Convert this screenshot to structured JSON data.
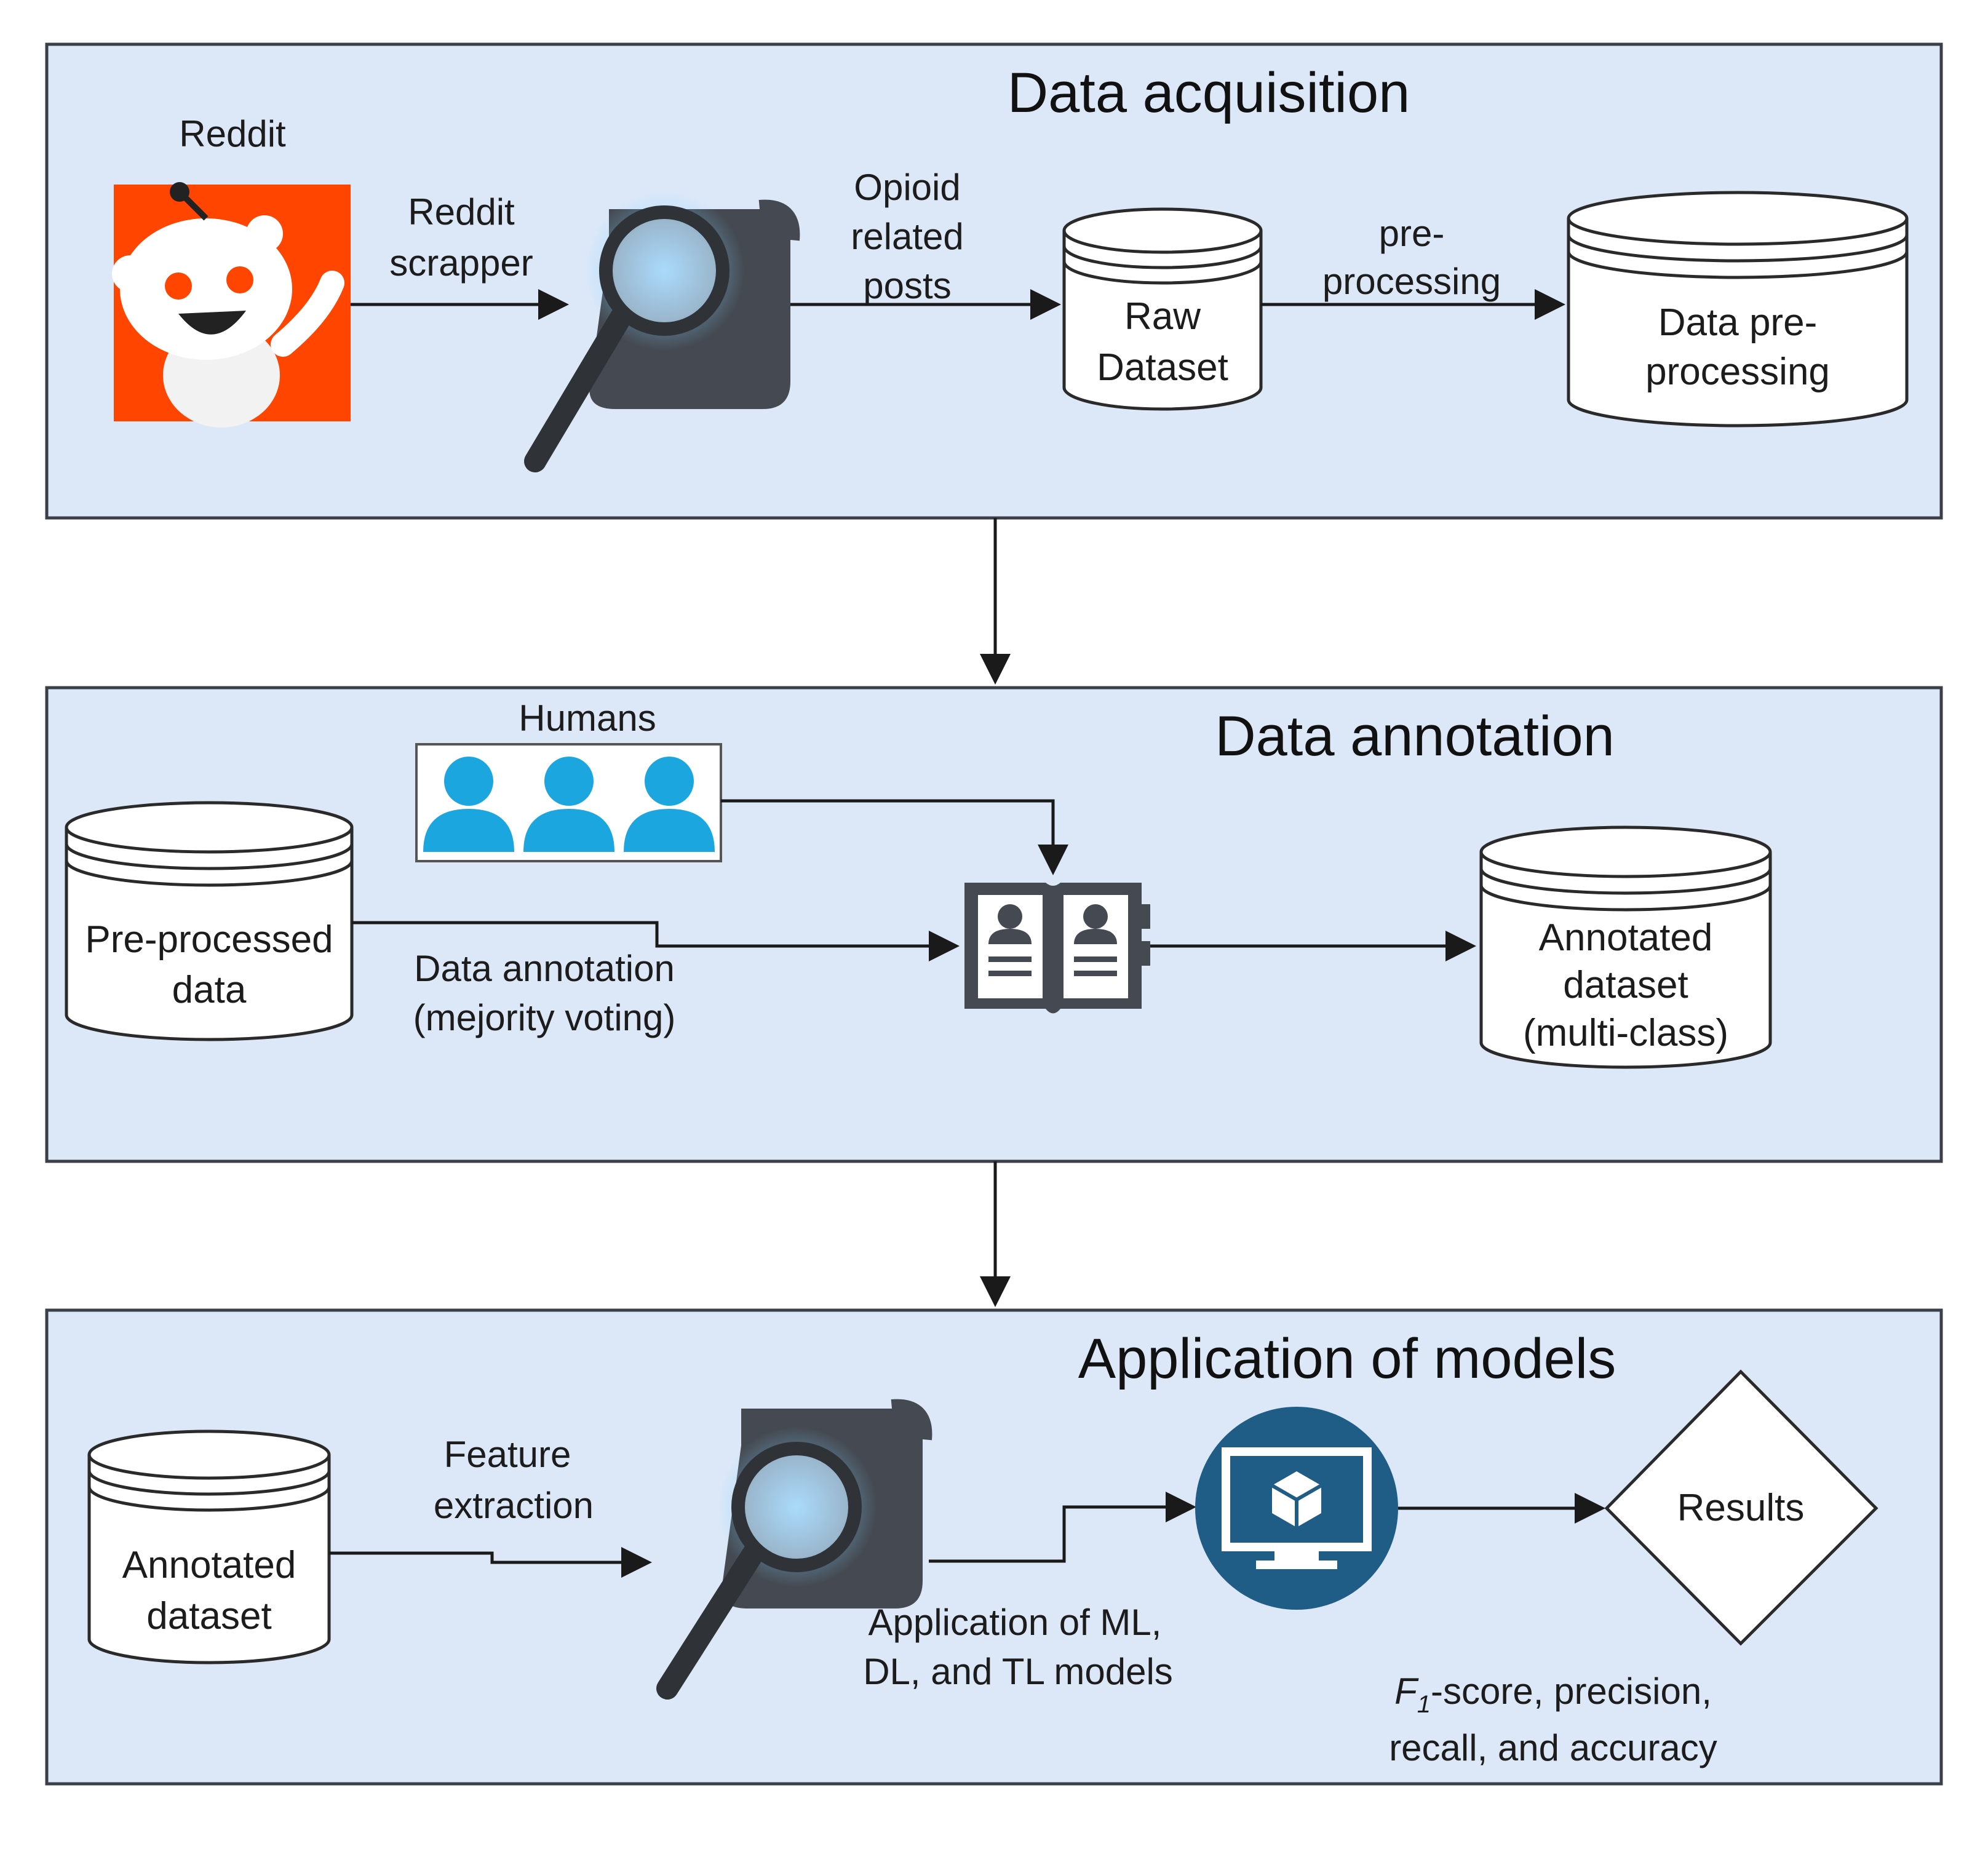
{
  "panels": {
    "acquisition": {
      "title": "Data acquisition",
      "reddit_label": "Reddit",
      "scraper_label": [
        "Reddit",
        "scrapper"
      ],
      "posts_label": [
        "Opioid",
        "related",
        "posts"
      ],
      "raw_dataset": [
        "Raw",
        "Dataset"
      ],
      "preprocessing_label": [
        "pre-",
        "processing"
      ],
      "preprocessing_store": [
        "Data pre-",
        "processing"
      ]
    },
    "annotation": {
      "title": "Data annotation",
      "humans_label": "Humans",
      "preprocessed_data": [
        "Pre-processed",
        "data"
      ],
      "annotation_label": [
        "Data annotation",
        "(mejority voting)"
      ],
      "annotated_dataset": [
        "Annotated",
        "dataset",
        "(multi-class)"
      ]
    },
    "models": {
      "title": "Application of models",
      "annotated_dataset": [
        "Annotated",
        "dataset"
      ],
      "feature_label": [
        "Feature",
        "extraction"
      ],
      "models_label": [
        "Application of ML,",
        "DL, and TL models"
      ],
      "results": "Results",
      "metrics_f": "F",
      "metrics_sub": "1",
      "metrics_rest": "-score, precision,",
      "metrics_line2": "recall, and accuracy"
    }
  },
  "colors": {
    "panel_fill": "#dce8f8",
    "panel_stroke": "#3a3f48",
    "reddit_orange": "#ff4500",
    "human_blue": "#1ba6e0",
    "monitor_blue": "#1f5d86",
    "icon_dark": "#454a52"
  }
}
